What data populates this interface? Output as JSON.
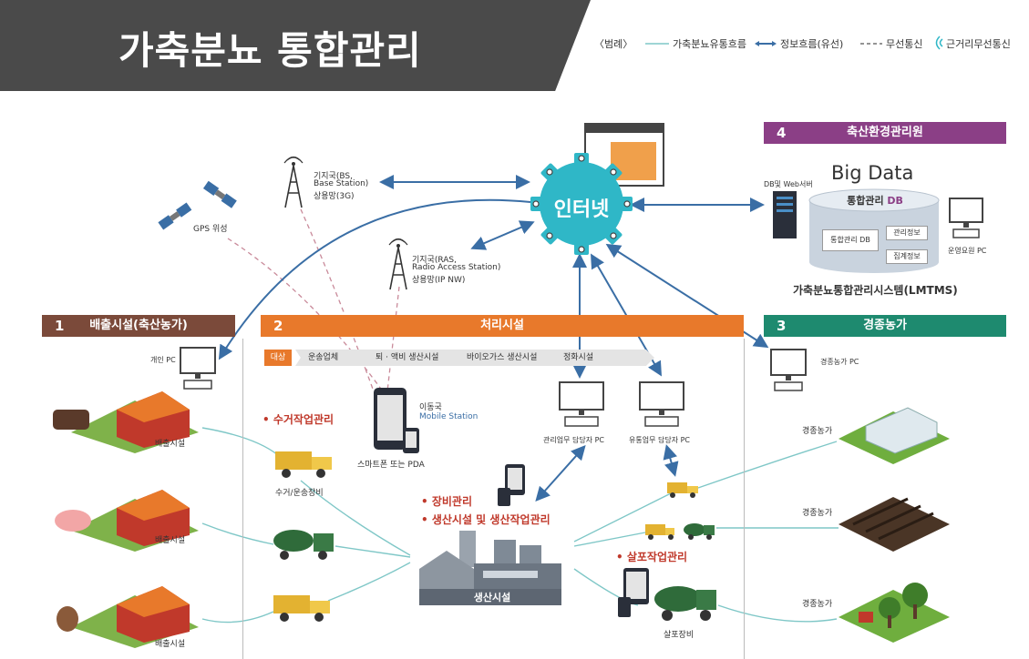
{
  "title": "가축분뇨 통합관리",
  "legend": {
    "header": "〈범례〉",
    "flow_manure": "가축분뇨유통흐름",
    "flow_info_wired": "정보흐름(유선)",
    "wireless": "무선통신",
    "short_range": "근거리무선통신"
  },
  "network": {
    "internet": "인터넷",
    "gps": "GPS 위성",
    "bs_line1": "기지국(BS,",
    "bs_line2": "Base Station)",
    "bs_line3": "상용망(3G)",
    "ras_line1": "기지국(RAS,",
    "ras_line2": "Radio Access Station)",
    "ras_line3": "상용망(IP NW)"
  },
  "section4": {
    "number": "4",
    "title": "축산환경관리원",
    "big_data": "Big Data",
    "db_server": "DB및 Web서버",
    "integrated_db_prefix": "통합관리 ",
    "integrated_db_suffix": "DB",
    "inner_db": "통합관리 DB",
    "mgmt_info": "관리정보",
    "agg_info": "집계정보",
    "operator_pc": "운영요원 PC",
    "system_name": "가축분뇨통합관리시스템(LMTMS)"
  },
  "section1": {
    "number": "1",
    "title": "배출시설(축산농가)",
    "personal_pc": "개인 PC",
    "facility1": "배출시설",
    "facility2": "배출시설",
    "facility3": "배출시설"
  },
  "section2": {
    "number": "2",
    "title": "처리시설",
    "tabs": [
      "대상",
      "운송업체",
      "퇴 · 액비 생산시설",
      "바이오가스 생산시설",
      "정화시설"
    ],
    "mobile_station_line1": "이동국",
    "mobile_station_line2": "Mobile Station",
    "smartphone": "스마트폰 또는 PDA",
    "collection_task": "• 수거작업관리",
    "collection_vehicle": "수거/운송장비",
    "mgmt_pc": "관리업무 담당자 PC",
    "dist_pc": "유통업무 담당자 PC",
    "equipment_task": "• 장비관리",
    "production_task": "• 생산시설 및 생산작업관리",
    "spreading_task": "• 살포작업관리",
    "production_facility": "생산시설",
    "spreading_equipment": "살포장비"
  },
  "section3": {
    "number": "3",
    "title": "경종농가",
    "farm_pc": "경종농가 PC",
    "farm1": "경종농가",
    "farm2": "경종농가",
    "farm3": "경종농가"
  },
  "colors": {
    "banner": "#4a4a4a",
    "section1": "#7b4a3a",
    "section2": "#e8792b",
    "section3": "#1e8a6f",
    "section4": "#8b3f86",
    "internet_gear": "#2fb7c7",
    "flow_arrow": "#3a6ea5",
    "manure_flow": "#7fc7c7",
    "wireless_dash": "#c98a9a"
  }
}
